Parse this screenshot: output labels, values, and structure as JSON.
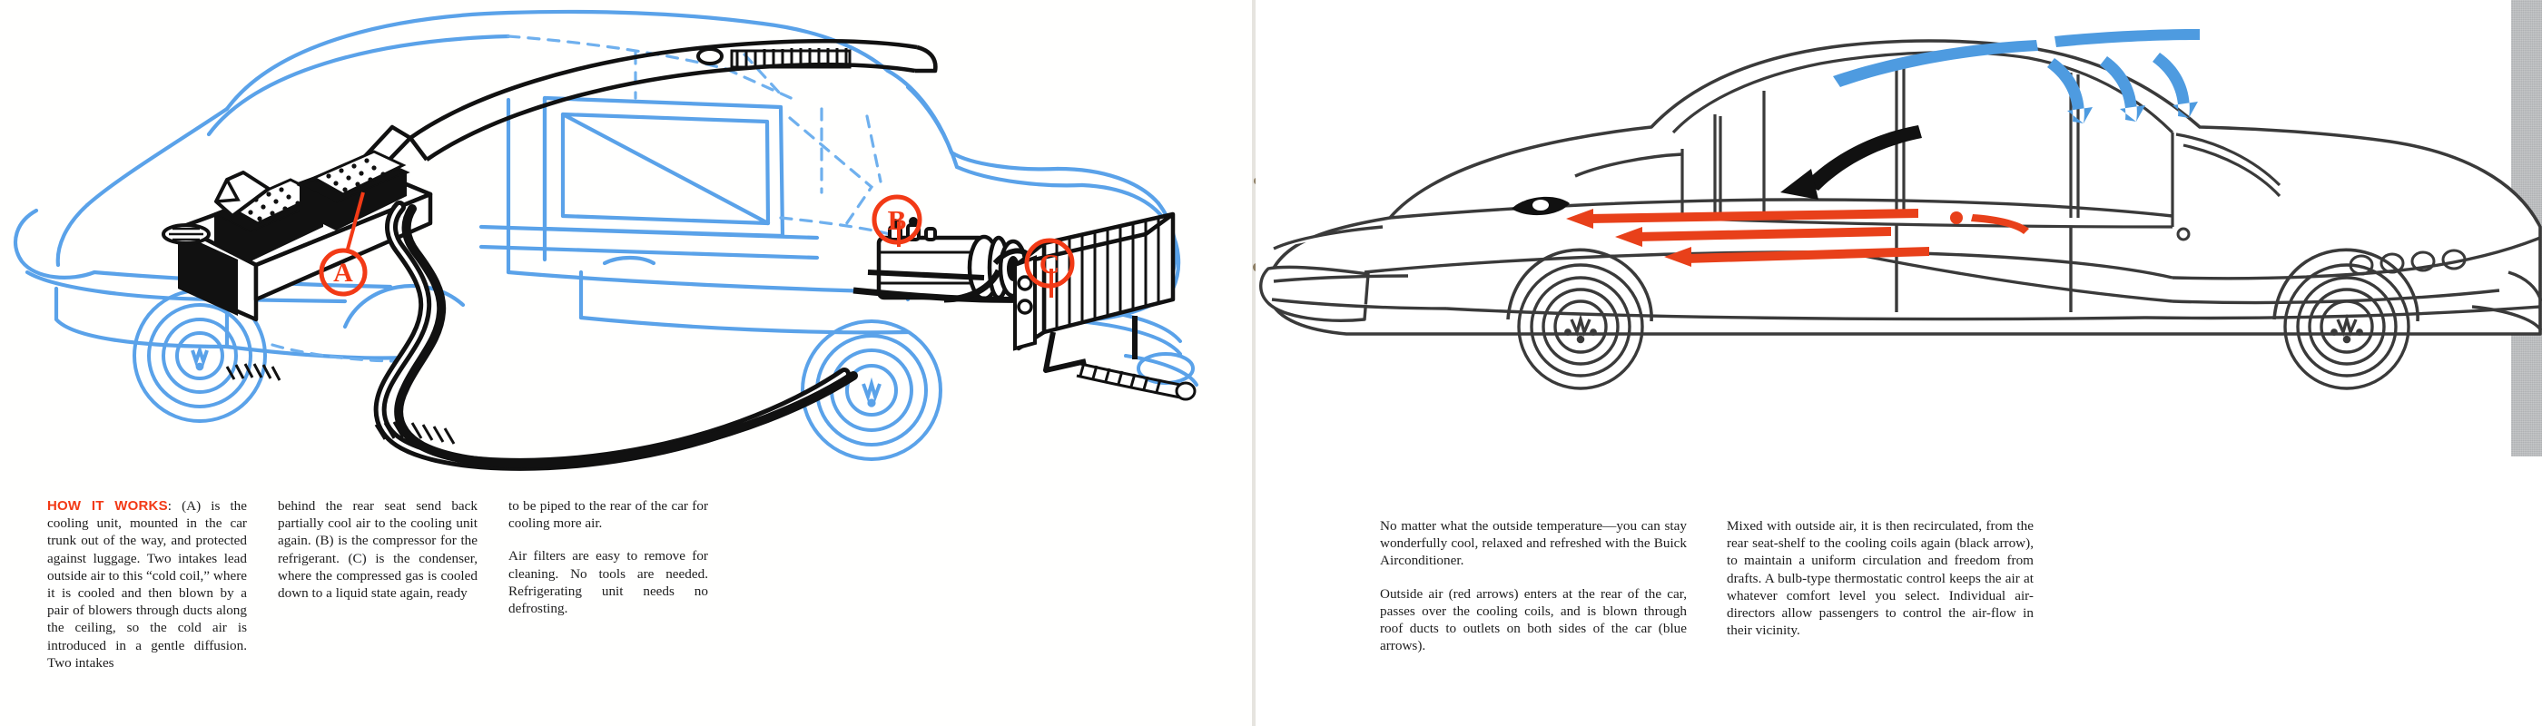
{
  "spread": {
    "left_page": {
      "illustration": {
        "name": "cutaway-sedan-airconditioner-diagram",
        "description": "Blue line-art cutaway of a 1950s Buick sedan with black-inked air conditioning components",
        "line_color_body": "#57A0E8",
        "line_color_components": "#111111",
        "callout_color": "#F23A16",
        "callouts": [
          {
            "id": "A",
            "label": "A",
            "meaning": "cooling unit in car trunk"
          },
          {
            "id": "B",
            "label": "B",
            "meaning": "compressor for the refrigerant"
          },
          {
            "id": "C",
            "label": "C",
            "meaning": "condenser"
          }
        ]
      },
      "columns": [
        {
          "kicker": "HOW IT WORKS",
          "text": ": (A) is the cooling unit, mounted in the car trunk out of the way, and protected against luggage. Two intakes lead outside air to this “cold coil,” where it is cooled and then blown by a pair of blowers through ducts along the ceiling, so the cold air is introduced in a gentle diffusion. Two intakes"
        },
        {
          "kicker": "",
          "text": "behind the rear seat send back partially cool air to the cooling unit again. (B) is the compressor for the refrigerant. (C) is the condenser, where the compressed gas is cooled down to a liquid state again, ready"
        },
        {
          "kicker": "",
          "paragraphs": [
            "to be piped to the rear of the car for cooling more air.",
            "Air filters are easy to remove for cleaning. No tools are needed. Refrigerating unit needs no defrosting."
          ]
        }
      ]
    },
    "right_page": {
      "illustration": {
        "name": "buick-sedan-airflow-diagram",
        "description": "Side elevation of a Buick sedan on a grey halftone plate showing air-flow arrows",
        "background_color": "#B0B2B4",
        "body_line_color": "#3A3A3A",
        "arrows": [
          {
            "color": "#E8401A",
            "name": "red-arrows",
            "meaning": "outside air entering at the rear of the car"
          },
          {
            "color": "#4E9BE0",
            "name": "blue-arrows",
            "meaning": "cooled air blown through roof ducts to outlets"
          },
          {
            "color": "#111111",
            "name": "black-arrow",
            "meaning": "air recirculated from rear seat-shelf to cooling coils"
          }
        ]
      },
      "columns": [
        {
          "paragraphs": [
            "No matter what the outside temperature—you can stay wonderfully cool, relaxed and refreshed with the Buick Airconditioner.",
            "Outside air (red arrows) enters at the rear of the car, passes over the cooling coils, and is blown through roof ducts to outlets on both sides of the car (blue arrows)."
          ]
        },
        {
          "paragraphs": [
            "Mixed with outside air, it is then recirculated, from the rear seat-shelf to the cooling coils again (black arrow), to maintain a uniform circulation and freedom from drafts. A bulb-type thermostatic control keeps the air at whatever comfort level you select. Individual air-directors allow passengers to control the air-flow in their vicinity."
          ]
        }
      ]
    }
  }
}
